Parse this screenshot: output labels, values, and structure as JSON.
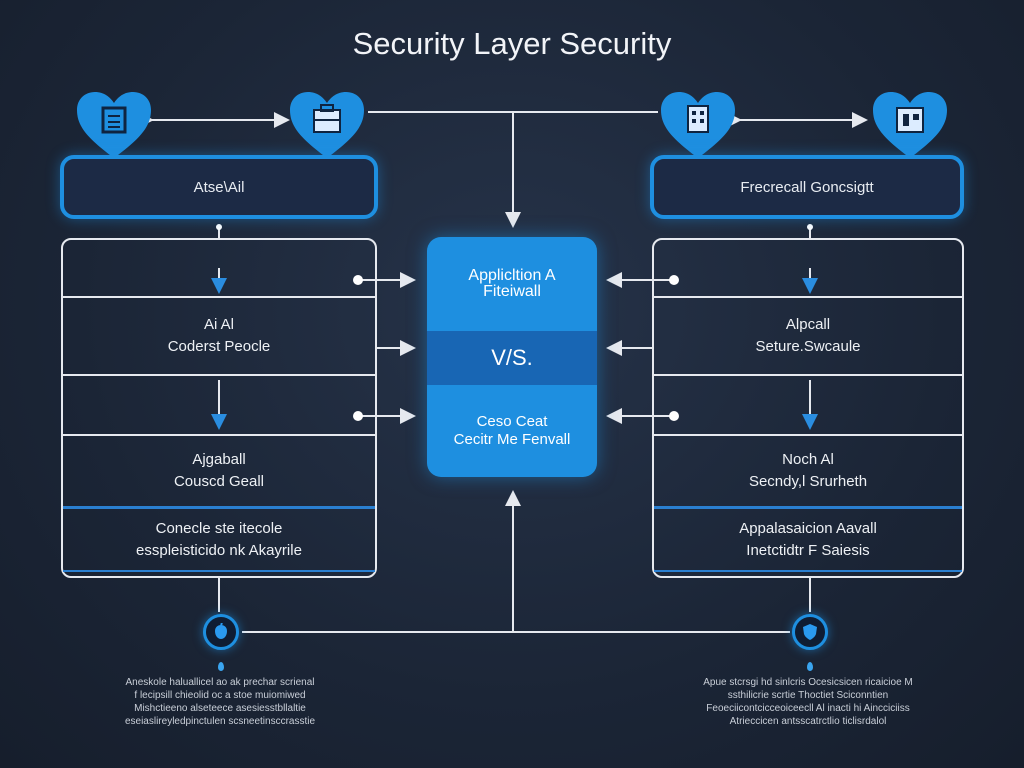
{
  "title": "Security Layer Security",
  "colors": {
    "accent": "#1e8fe0",
    "background": "#1c2636",
    "vs_band": "#1866b4"
  },
  "left": {
    "header": "Atse\\Ail",
    "rows": [
      {
        "line1": "Ai Al",
        "line2": "Coderst Peocle"
      },
      {
        "line1": "Ajgaball",
        "line2": "Couscd Geall"
      },
      {
        "line1": "Conecle ste itecole",
        "line2": "esspleisticido nk Akayrile"
      }
    ],
    "note": [
      "Aneskole haluallicel ao ak prechar scrienal",
      "f lecipsill chieolid oc a stoe muiomiwed",
      "Mishctieeno alseteece asesiesstbllaltie",
      "eseiaslireyledpinctulen scsneetinsccrasstie"
    ]
  },
  "right": {
    "header": "Frecrecall Goncsigtt",
    "rows": [
      {
        "line1": "Alpcall",
        "line2": "Seture.Swcaule"
      },
      {
        "line1": "Noch Al",
        "line2": "Secndy,l Srurheth"
      },
      {
        "line1": "Appalasaicion Aavall",
        "line2": "Inetctidtr F Saiesis"
      }
    ],
    "note": [
      "Apue stcrsgi hd sinlcris Ocesicsicen ricaicioe M",
      "ssthilicrie scrtie Thoctiet Sciconntien",
      "Feoeciicontcicceoiceecll Al inacti hi Aincciciiss",
      "Atrieccicen antsscatrctlio ticlisrdalol"
    ]
  },
  "center": {
    "top_line1": "Applicltion A",
    "top_line2": "Fiteiwall",
    "vs": "V/S.",
    "bottom_line1": "Ceso Ceat",
    "bottom_line2": "Cecitr Me Fenvall"
  },
  "icons": [
    "clipboard-icon",
    "briefcase-icon",
    "building-icon",
    "server-icon",
    "shield-apple-icon",
    "shield-icon"
  ]
}
